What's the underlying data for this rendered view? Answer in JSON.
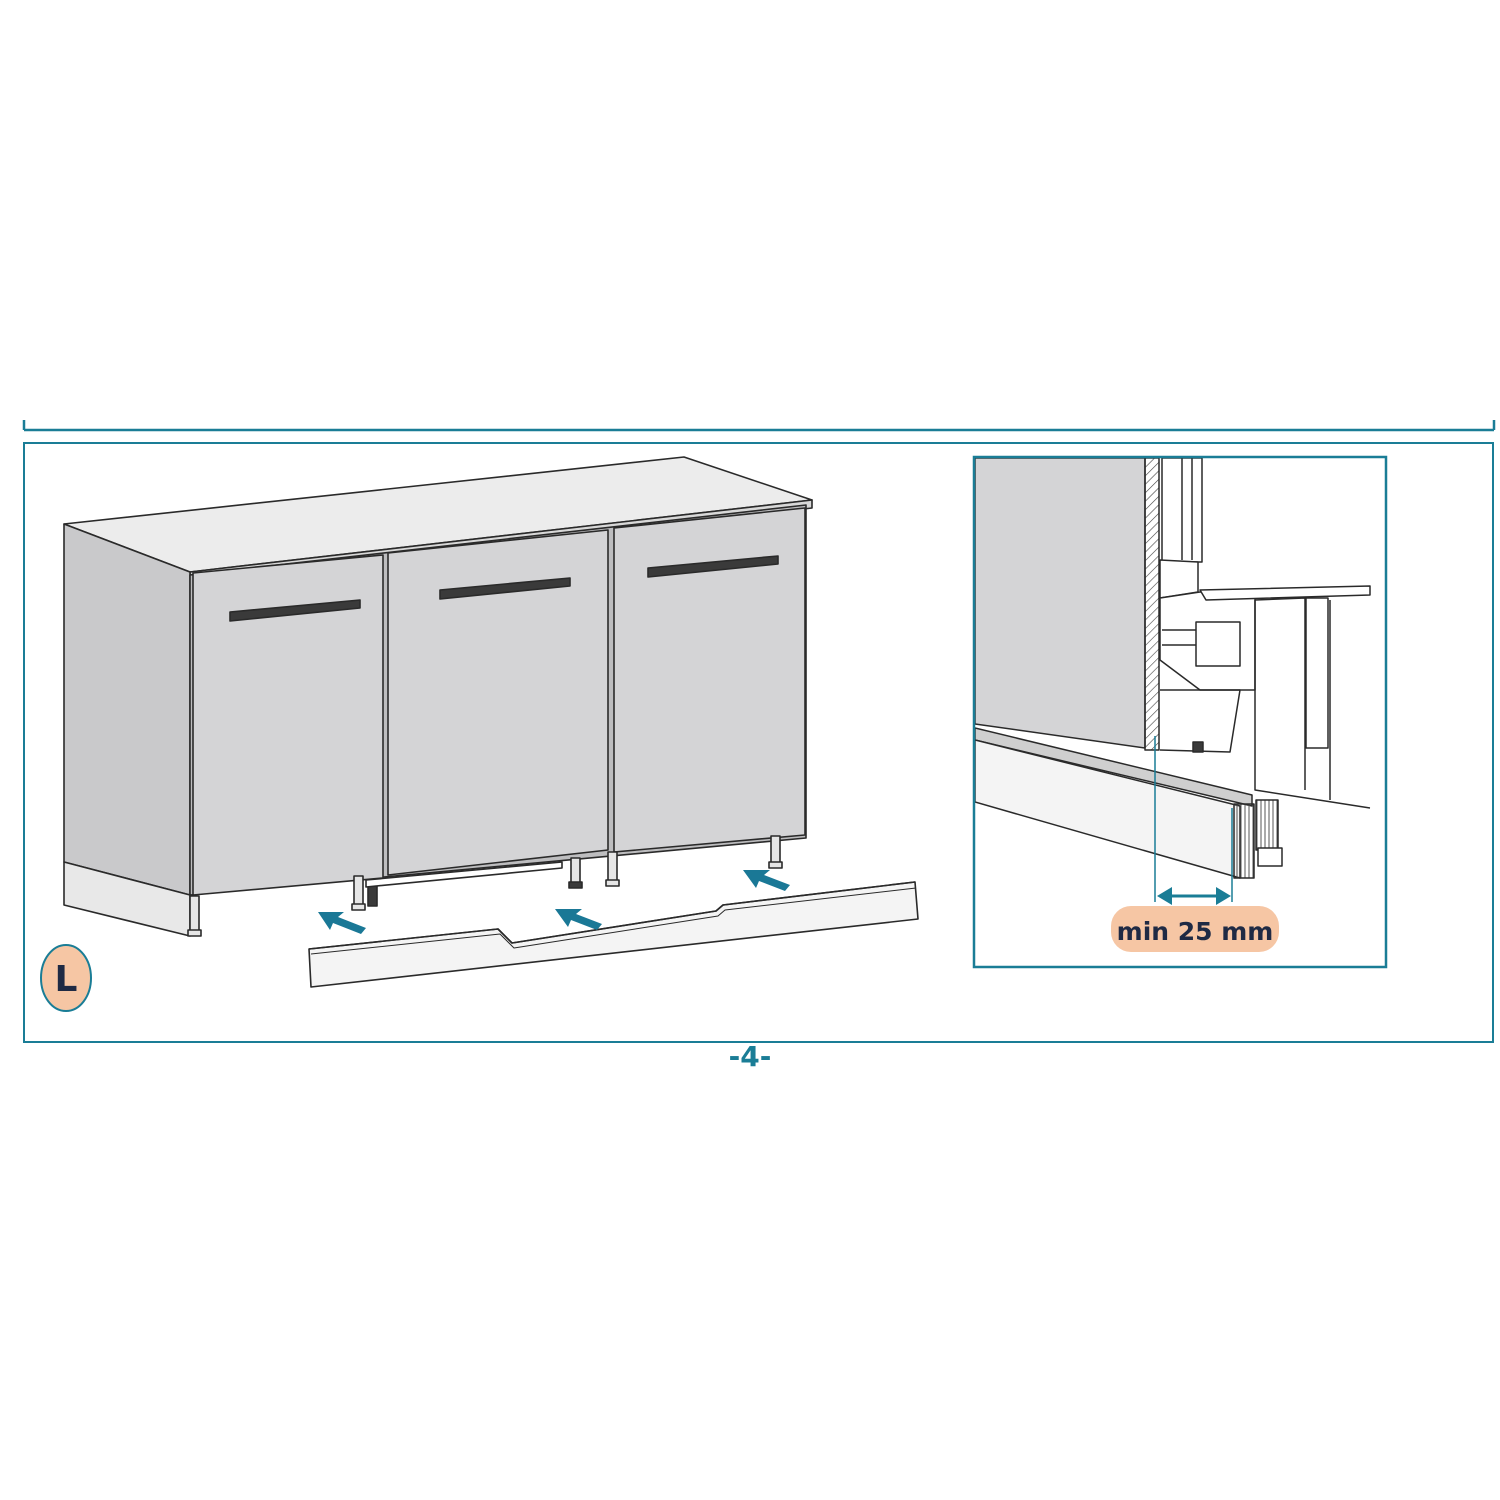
{
  "colors": {
    "accent": "#1a7d96",
    "arrow": "#1a7896",
    "badge_fill": "#f6c6a4",
    "panel_grey": "#d4d4d6",
    "line_dark": "#2a2a2a"
  },
  "step_badge": {
    "letter": "L",
    "icon": "step-letter-badge"
  },
  "detail": {
    "clearance_label": "min 25 mm",
    "icon": "double-headed-dimension-arrow"
  },
  "page_number": "-4-",
  "figure": {
    "left_icon": "kitchen-cabinet-with-plinth",
    "right_icon": "plinth-clearance-detail"
  }
}
